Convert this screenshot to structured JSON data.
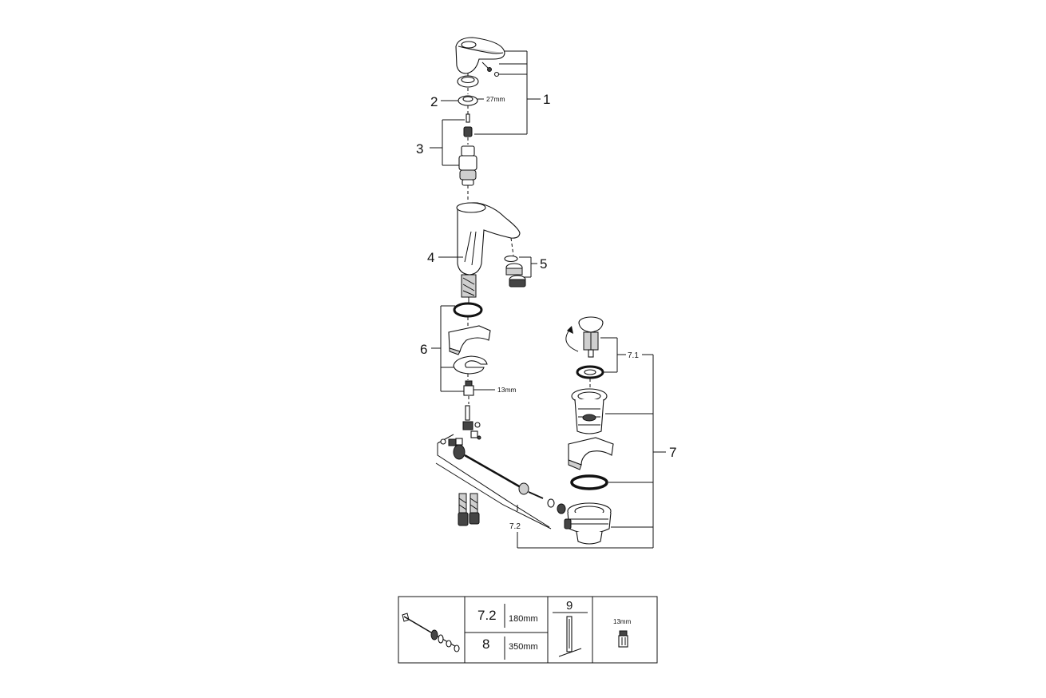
{
  "callouts": {
    "c1": "1",
    "c2": "2",
    "c2_size": "27mm",
    "c3": "3",
    "c4": "4",
    "c5": "5",
    "c6": "6",
    "c6_size": "13mm",
    "c7": "7",
    "c7_1": "7.1",
    "c7_2": "7.2"
  },
  "parts_table": {
    "rows": [
      {
        "ref": "7.2",
        "length": "180mm"
      },
      {
        "ref": "8",
        "length": "350mm"
      }
    ],
    "tool_ref": "9",
    "wrench_size": "13mm"
  }
}
